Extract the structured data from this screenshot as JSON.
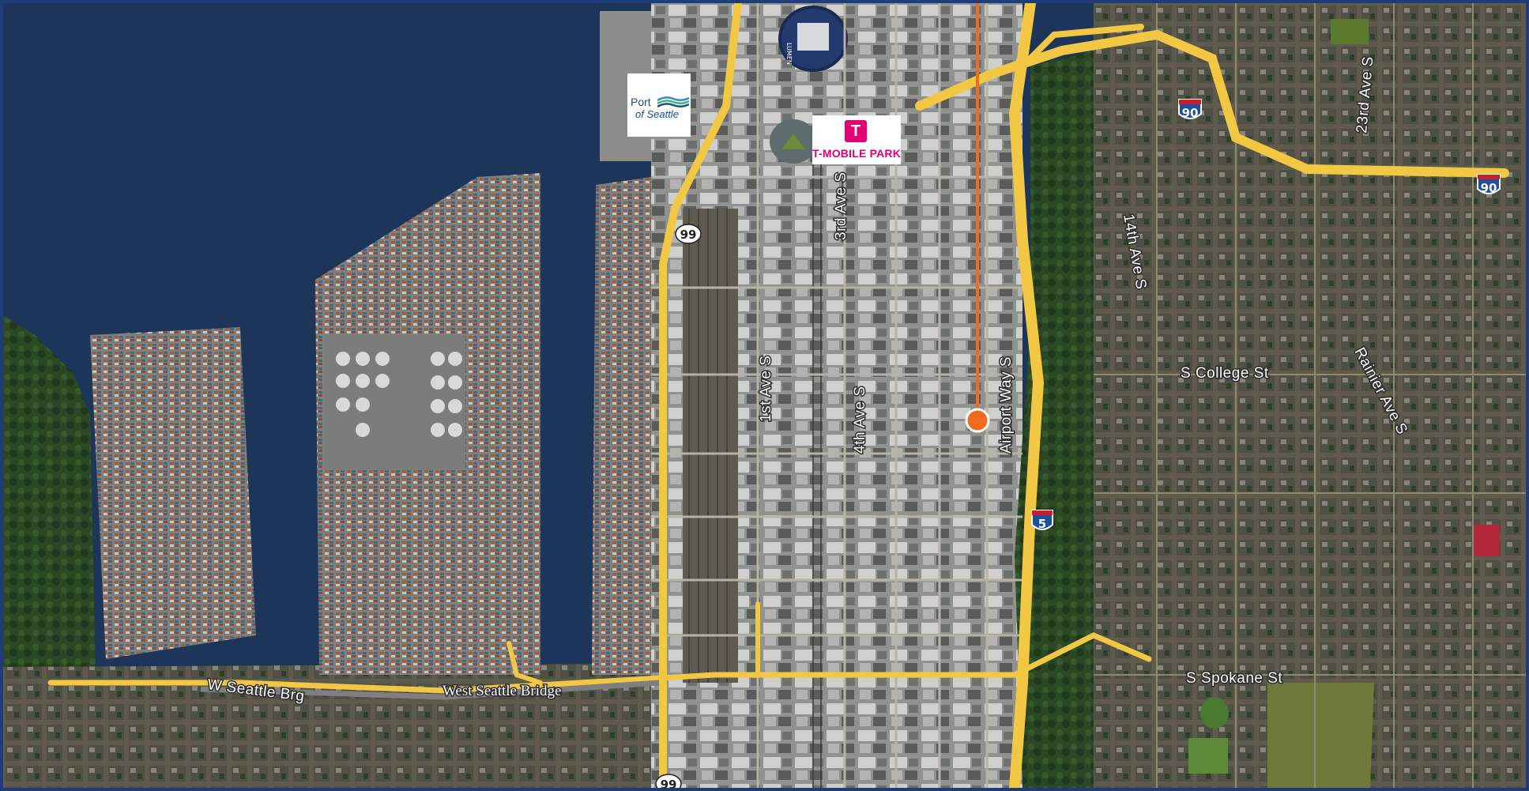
{
  "map": {
    "street_labels": {
      "third_ave_s": "3rd Ave S",
      "first_ave_s": "1st Ave S",
      "fourth_ave_s": "4th Ave S",
      "airport_way_s": "Airport Way S",
      "fourteenth_ave_s": "14th Ave S",
      "twentythird_ave_s": "23rd Ave S",
      "rainier_ave_s": "Rainier Ave S",
      "s_college_st": "S College St",
      "s_spokane_st": "S Spokane St",
      "w_seattle_brg": "W Seattle Brg",
      "west_seattle_bridge": "West Seattle Bridge"
    },
    "shields": {
      "i90_top": "90",
      "i90_right": "90",
      "i5": "5",
      "sr99_north": "99",
      "sr99_south": "99"
    },
    "logos": {
      "port_line1": "Port",
      "port_line2": "of Seattle",
      "tmobile_mark": "T",
      "tmobile_name": "T-MOBILE PARK",
      "stadium_text": "LUMEN"
    },
    "marker": {
      "color": "#f26b1d"
    },
    "colors": {
      "water": "#1c3558",
      "highway": "#f2c744",
      "industrial": "#8e918f",
      "vegetation": "#2f4d28",
      "residential": "#5d5b4d",
      "border": "#1f3b7a"
    }
  }
}
